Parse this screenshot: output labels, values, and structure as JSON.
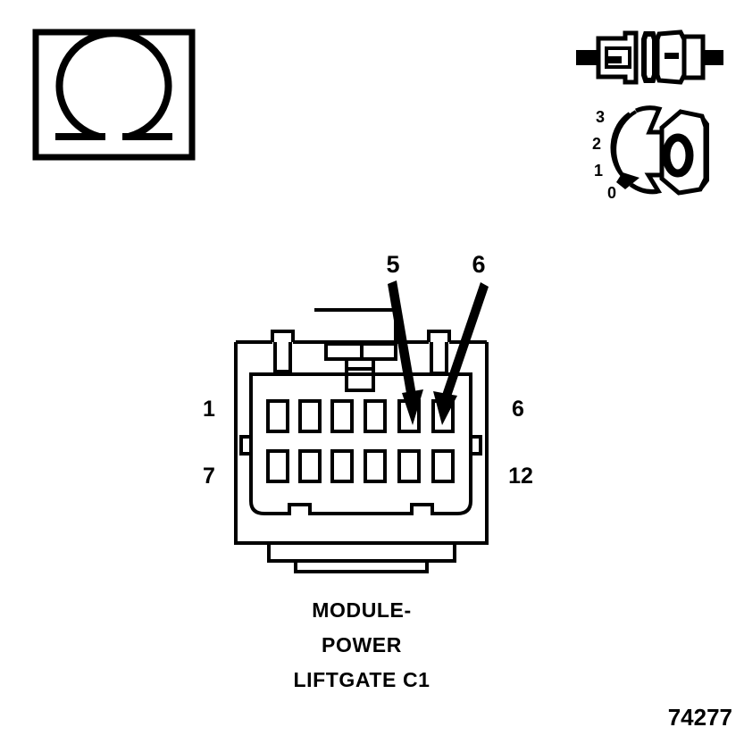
{
  "figure": {
    "number": "74277",
    "caption_lines": [
      "MODULE-",
      "POWER",
      "LIFTGATE C1"
    ],
    "caption_full": "MODULE-POWER LIFTGATE C1"
  },
  "icons": {
    "resistance": {
      "name": "ohm-symbol",
      "symbol": "Ω",
      "meaning": "Measure resistance (ohms)"
    },
    "disconnect": {
      "name": "connector-disconnected-icon",
      "meaning": "Disconnect connector"
    },
    "ignition": {
      "name": "ignition-switch-icon",
      "meaning": "Ignition switch position",
      "positions": [
        "3",
        "2",
        "1",
        "0"
      ],
      "key_glyph": "0",
      "selected_position": "0"
    }
  },
  "connector": {
    "name": "MODULE-POWER LIFTGATE C1",
    "cavity_count": 12,
    "rows": 2,
    "columns": 6,
    "row_labels": {
      "top_left": "1",
      "top_right": "6",
      "bottom_left": "7",
      "bottom_right": "12"
    },
    "callouts": [
      {
        "label": "5",
        "target_cavity": 5,
        "row": "top"
      },
      {
        "label": "6",
        "target_cavity": 6,
        "row": "top"
      }
    ]
  },
  "colors": {
    "ink": "#000000",
    "background": "#ffffff"
  }
}
